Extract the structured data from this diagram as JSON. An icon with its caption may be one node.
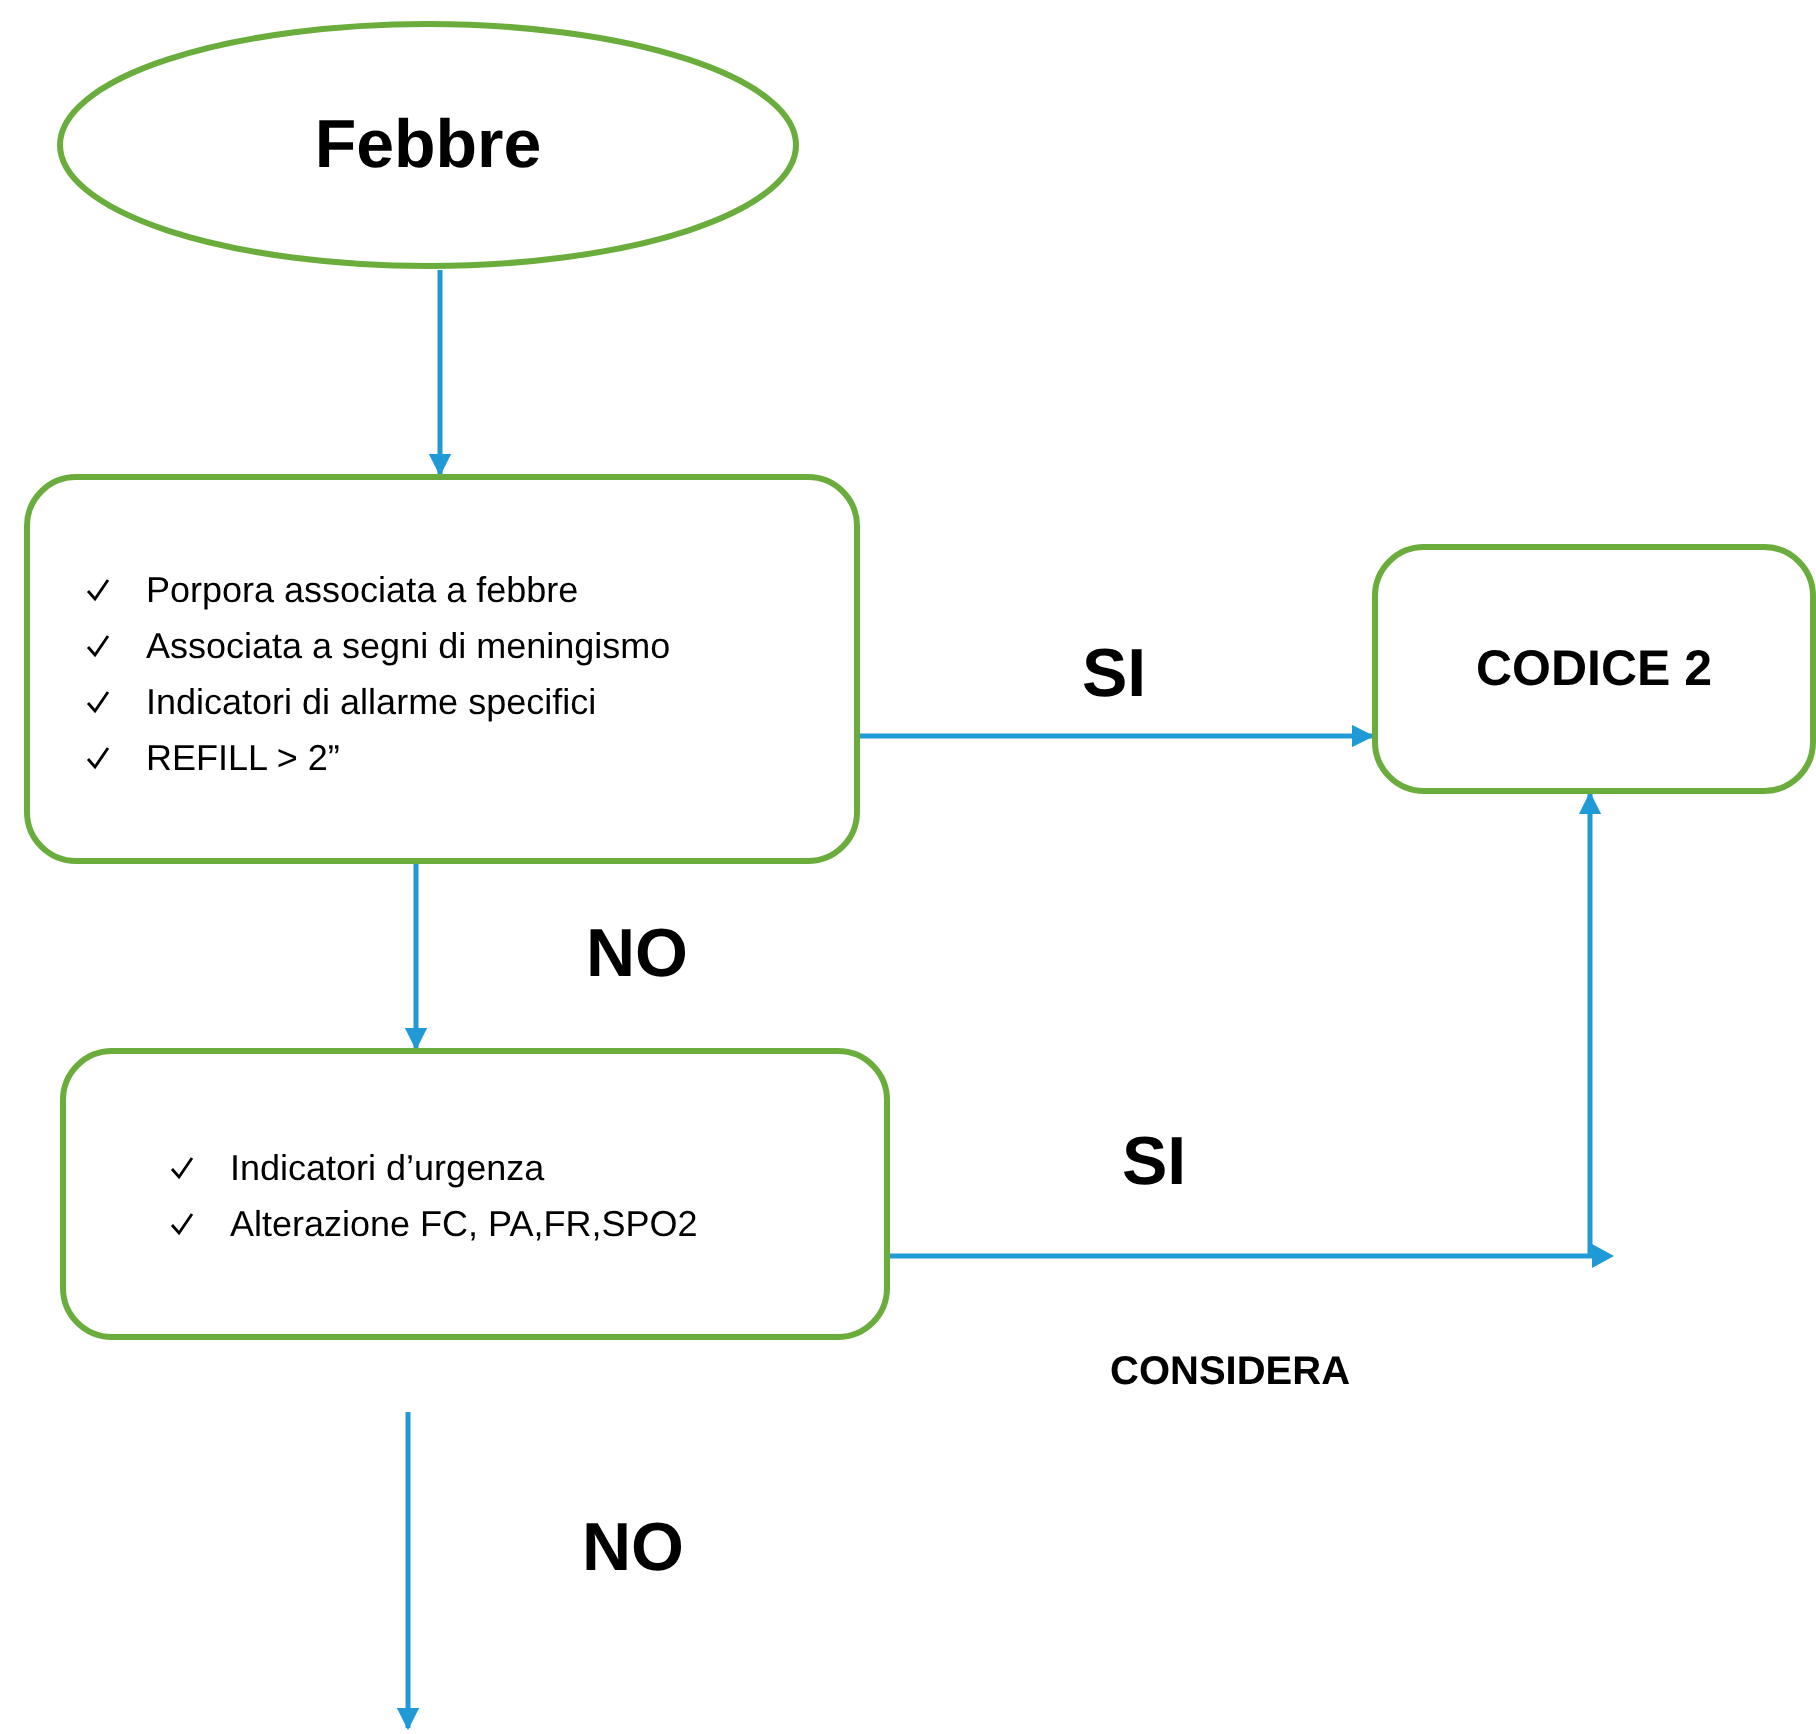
{
  "diagram": {
    "nodes": [
      {
        "text": [
          "Febbre"
        ]
      },
      {
        "text": [
          "Porpora associata a febbre",
          "Associata a segni di meningismo",
          "Indicatori di allarme specifici",
          "REFILL > 2”"
        ]
      },
      {
        "text": [
          "CODICE 2"
        ]
      },
      {
        "text": [
          "Indicatori d’urgenza",
          "Alterazione FC, PA,FR,SPO2"
        ]
      }
    ],
    "edges": [
      {
        "from": 0,
        "to": 1,
        "arrow": "to"
      },
      {
        "from": 1,
        "to": 2,
        "arrow": "to",
        "label": "SI"
      },
      {
        "from": 1,
        "to": 3,
        "arrow": "to",
        "label": "NO"
      },
      {
        "from": 3,
        "to": 2,
        "arrow": "to",
        "label": "SI"
      },
      {
        "from": 3,
        "to": null,
        "arrow": "to",
        "label": "NO"
      }
    ],
    "labels": [
      "CONSIDERA"
    ]
  }
}
